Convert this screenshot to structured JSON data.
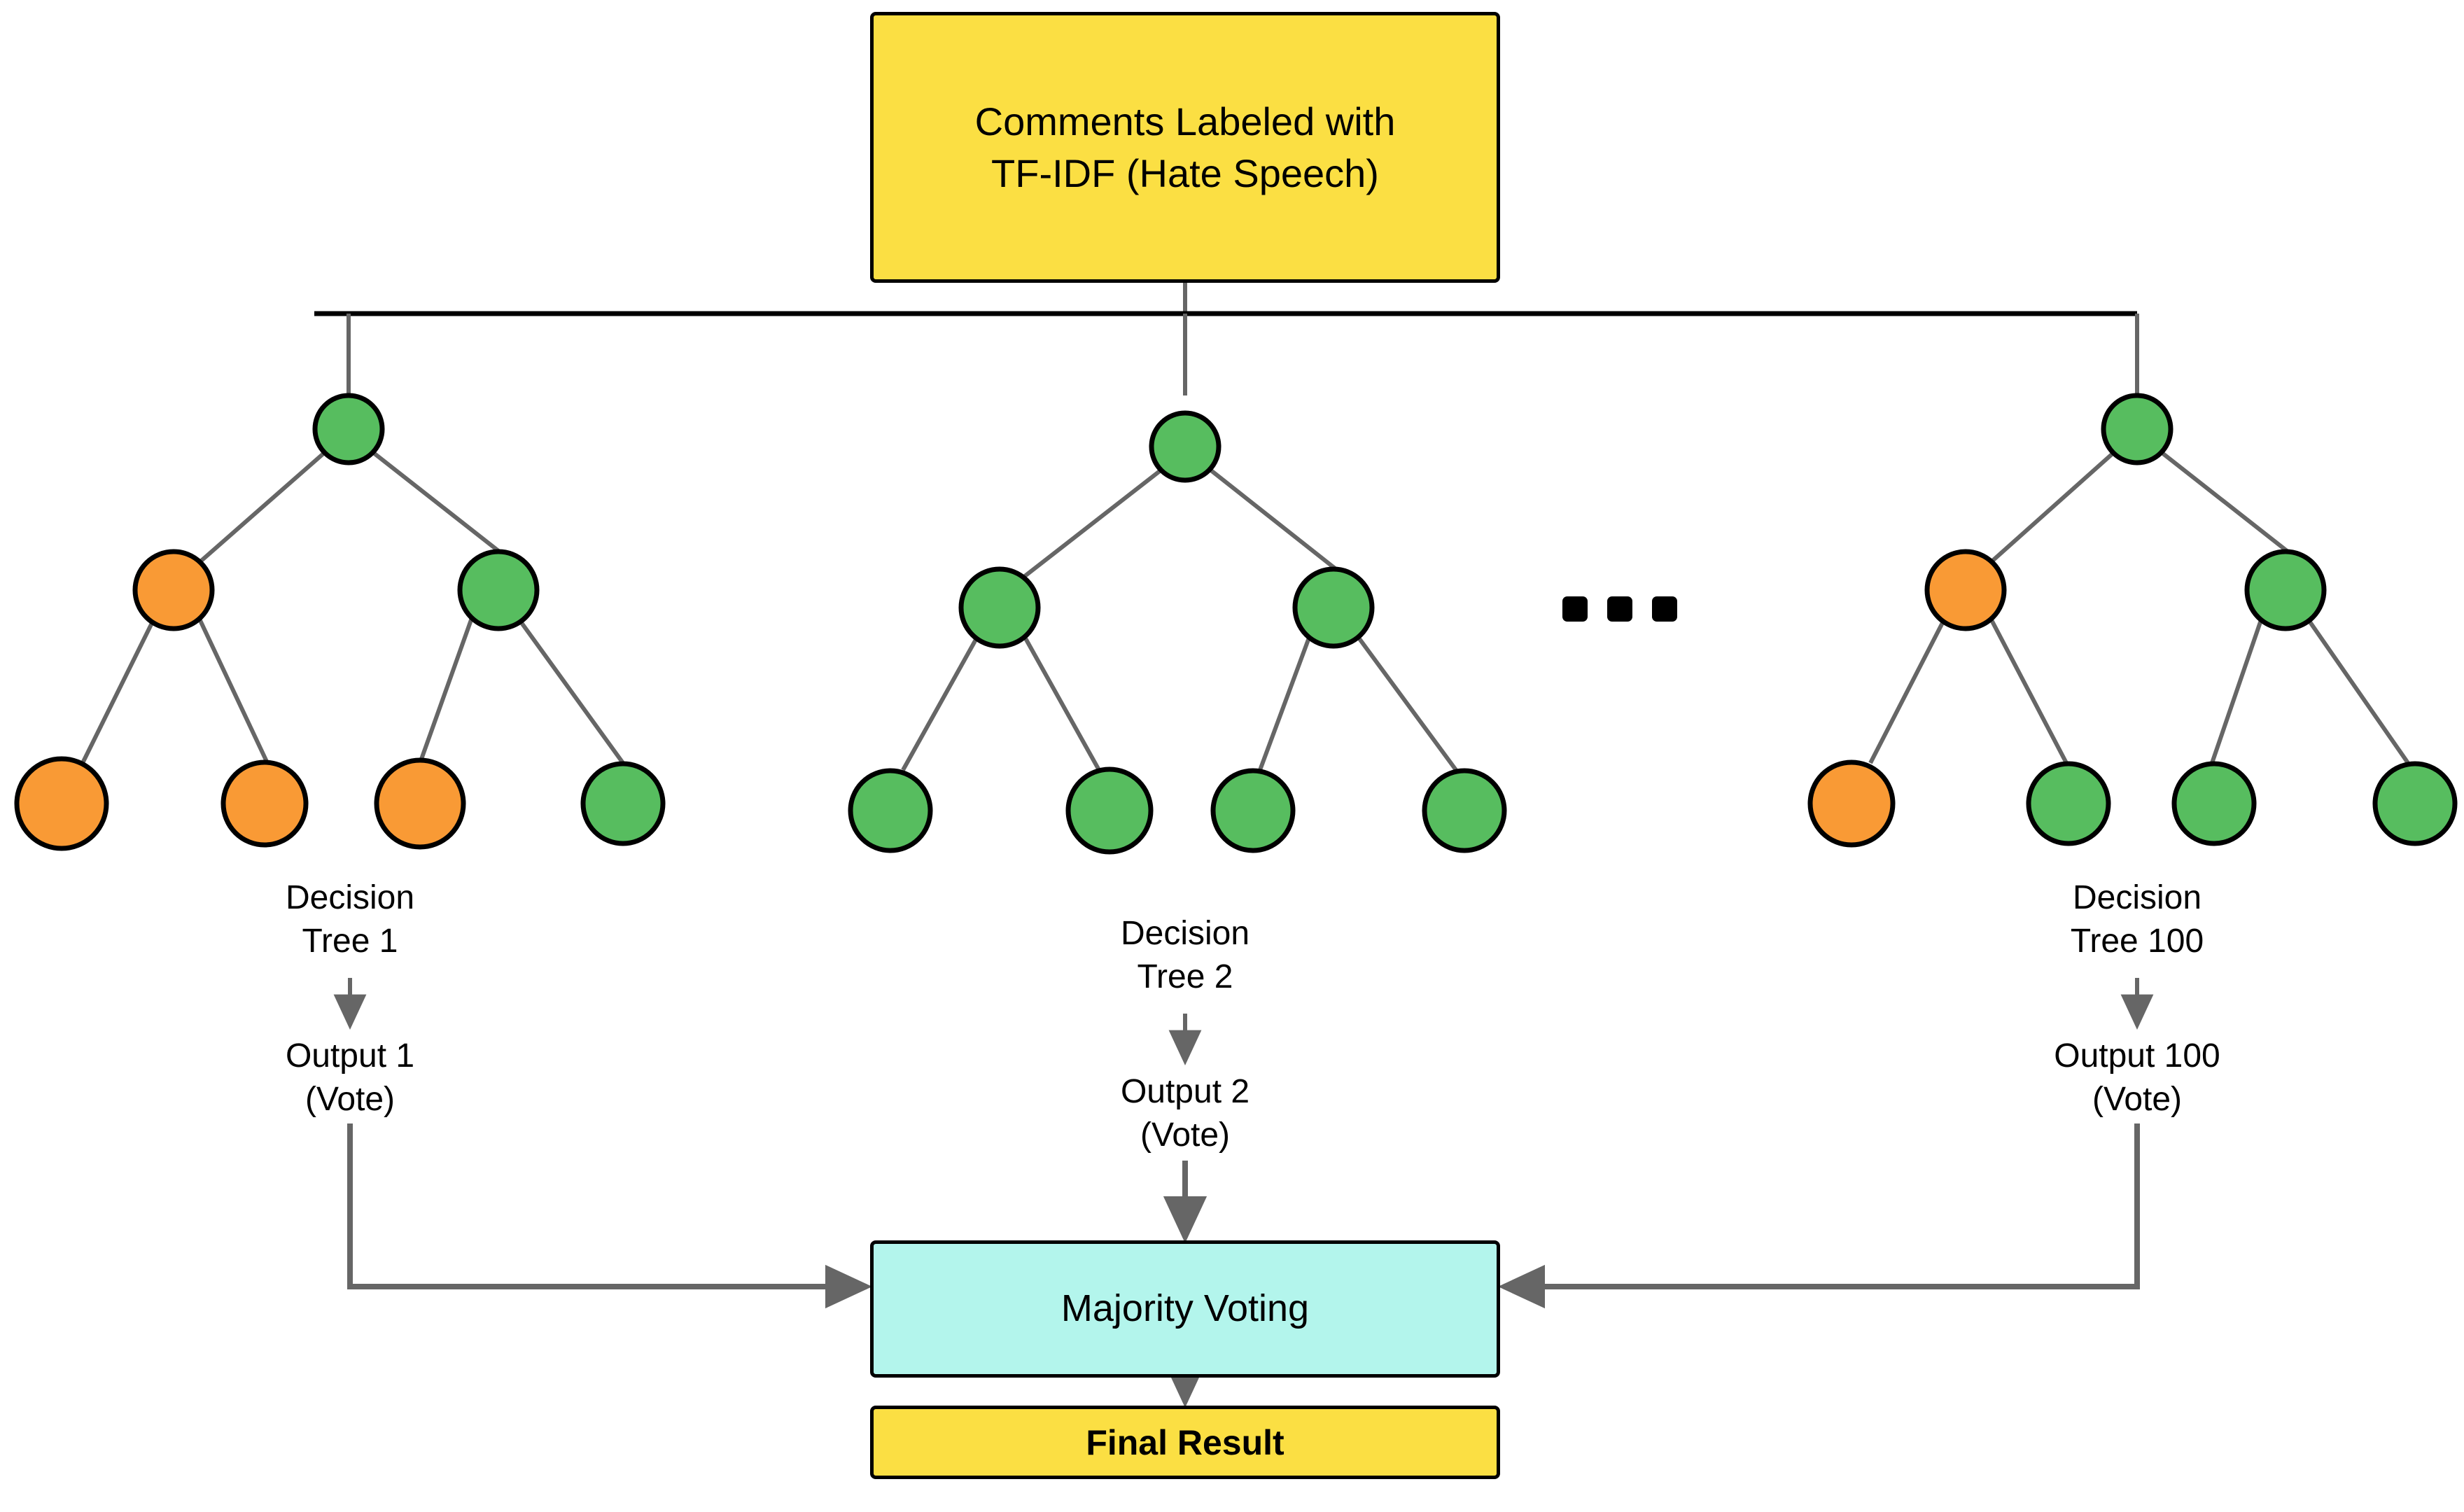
{
  "diagram": {
    "title_box": {
      "label": "Comments Labeled with\nTF-IDF (Hate Speech)",
      "fill": "#fbdf43",
      "stroke": "#000000"
    },
    "aggregator_box": {
      "label": "Majority Voting",
      "fill": "#b3f5ec",
      "stroke": "#000000"
    },
    "result_box": {
      "label": "Final Result",
      "fill": "#fbdf43",
      "stroke": "#000000"
    },
    "ellipsis": {
      "label": "...",
      "dot_count": 3,
      "color": "#000000"
    },
    "palette": {
      "green": "#57bd5f",
      "orange": "#f99a35",
      "yellow": "#fbdf43",
      "cyan": "#b3f5ec",
      "node_stroke": "#000000",
      "edge": "#666666",
      "connector": "#000000"
    },
    "trees": [
      {
        "id": "tree-1",
        "tree_label": "Decision\nTree 1",
        "output_label": "Output 1\n(Vote)",
        "nodes": {
          "root": "green",
          "level2": [
            "orange",
            "green"
          ],
          "leaves": [
            "orange",
            "orange",
            "orange",
            "green"
          ]
        }
      },
      {
        "id": "tree-2",
        "tree_label": "Decision\nTree 2",
        "output_label": "Output 2\n(Vote)",
        "nodes": {
          "root": "green",
          "level2": [
            "green",
            "green"
          ],
          "leaves": [
            "green",
            "green",
            "green",
            "green"
          ]
        }
      },
      {
        "id": "tree-100",
        "tree_label": "Decision\nTree 100",
        "output_label": "Output 100\n(Vote)",
        "nodes": {
          "root": "green",
          "level2": [
            "orange",
            "green"
          ],
          "leaves": [
            "orange",
            "green",
            "green",
            "green"
          ]
        }
      }
    ]
  }
}
